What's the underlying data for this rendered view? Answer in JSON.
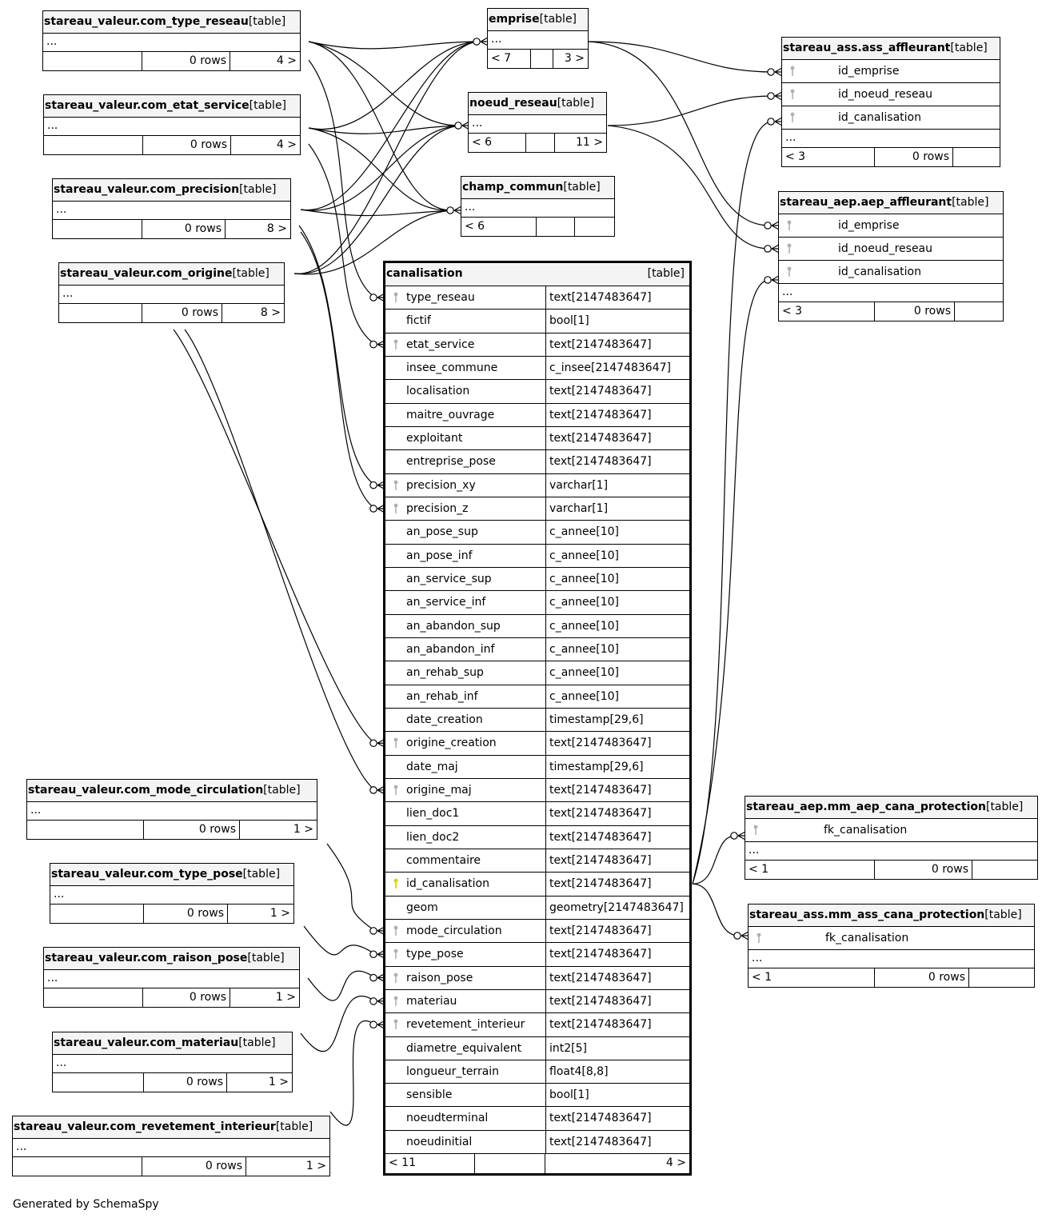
{
  "caption": "Generated by SchemaSpy",
  "table_label": "[table]",
  "main": {
    "name": "canalisation",
    "columns": [
      {
        "name": "type_reseau",
        "type": "text[2147483647]",
        "key": "fk"
      },
      {
        "name": "fictif",
        "type": "bool[1]",
        "key": ""
      },
      {
        "name": "etat_service",
        "type": "text[2147483647]",
        "key": "fk"
      },
      {
        "name": "insee_commune",
        "type": "c_insee[2147483647]",
        "key": ""
      },
      {
        "name": "localisation",
        "type": "text[2147483647]",
        "key": ""
      },
      {
        "name": "maitre_ouvrage",
        "type": "text[2147483647]",
        "key": ""
      },
      {
        "name": "exploitant",
        "type": "text[2147483647]",
        "key": ""
      },
      {
        "name": "entreprise_pose",
        "type": "text[2147483647]",
        "key": ""
      },
      {
        "name": "precision_xy",
        "type": "varchar[1]",
        "key": "fk"
      },
      {
        "name": "precision_z",
        "type": "varchar[1]",
        "key": "fk"
      },
      {
        "name": "an_pose_sup",
        "type": "c_annee[10]",
        "key": ""
      },
      {
        "name": "an_pose_inf",
        "type": "c_annee[10]",
        "key": ""
      },
      {
        "name": "an_service_sup",
        "type": "c_annee[10]",
        "key": ""
      },
      {
        "name": "an_service_inf",
        "type": "c_annee[10]",
        "key": ""
      },
      {
        "name": "an_abandon_sup",
        "type": "c_annee[10]",
        "key": ""
      },
      {
        "name": "an_abandon_inf",
        "type": "c_annee[10]",
        "key": ""
      },
      {
        "name": "an_rehab_sup",
        "type": "c_annee[10]",
        "key": ""
      },
      {
        "name": "an_rehab_inf",
        "type": "c_annee[10]",
        "key": ""
      },
      {
        "name": "date_creation",
        "type": "timestamp[29,6]",
        "key": ""
      },
      {
        "name": "origine_creation",
        "type": "text[2147483647]",
        "key": "fk"
      },
      {
        "name": "date_maj",
        "type": "timestamp[29,6]",
        "key": ""
      },
      {
        "name": "origine_maj",
        "type": "text[2147483647]",
        "key": "fk"
      },
      {
        "name": "lien_doc1",
        "type": "text[2147483647]",
        "key": ""
      },
      {
        "name": "lien_doc2",
        "type": "text[2147483647]",
        "key": ""
      },
      {
        "name": "commentaire",
        "type": "text[2147483647]",
        "key": ""
      },
      {
        "name": "id_canalisation",
        "type": "text[2147483647]",
        "key": "pk"
      },
      {
        "name": "geom",
        "type": "geometry[2147483647]",
        "key": ""
      },
      {
        "name": "mode_circulation",
        "type": "text[2147483647]",
        "key": "fk"
      },
      {
        "name": "type_pose",
        "type": "text[2147483647]",
        "key": "fk"
      },
      {
        "name": "raison_pose",
        "type": "text[2147483647]",
        "key": "fk"
      },
      {
        "name": "materiau",
        "type": "text[2147483647]",
        "key": "fk"
      },
      {
        "name": "revetement_interieur",
        "type": "text[2147483647]",
        "key": "fk"
      },
      {
        "name": "diametre_equivalent",
        "type": "int2[5]",
        "key": ""
      },
      {
        "name": "longueur_terrain",
        "type": "float4[8,8]",
        "key": ""
      },
      {
        "name": "sensible",
        "type": "bool[1]",
        "key": ""
      },
      {
        "name": "noeudterminal",
        "type": "text[2147483647]",
        "key": ""
      },
      {
        "name": "noeudinitial",
        "type": "text[2147483647]",
        "key": ""
      }
    ],
    "footer": {
      "parents": "< 11",
      "rows": "",
      "children": "4 >"
    }
  },
  "tables": [
    {
      "id": "t_type_reseau",
      "name": "stareau_valeur.com_type_reseau",
      "dots": "...",
      "parents": "",
      "rows": "0 rows",
      "children": "4 >"
    },
    {
      "id": "t_etat_service",
      "name": "stareau_valeur.com_etat_service",
      "dots": "...",
      "parents": "",
      "rows": "0 rows",
      "children": "4 >"
    },
    {
      "id": "t_precision",
      "name": "stareau_valeur.com_precision",
      "dots": "...",
      "parents": "",
      "rows": "0 rows",
      "children": "8 >"
    },
    {
      "id": "t_origine",
      "name": "stareau_valeur.com_origine",
      "dots": "...",
      "parents": "",
      "rows": "0 rows",
      "children": "8 >"
    },
    {
      "id": "t_emprise",
      "name": "emprise",
      "dots": "...",
      "parents": "< 7",
      "rows": "",
      "children": "3 >"
    },
    {
      "id": "t_noeud",
      "name": "noeud_reseau",
      "dots": "...",
      "parents": "< 6",
      "rows": "",
      "children": "11 >"
    },
    {
      "id": "t_champ",
      "name": "champ_commun",
      "dots": "...",
      "parents": "< 6",
      "rows": "",
      "children": ""
    },
    {
      "id": "t_mode",
      "name": "stareau_valeur.com_mode_circulation",
      "dots": "...",
      "parents": "",
      "rows": "0 rows",
      "children": "1 >"
    },
    {
      "id": "t_type_pose",
      "name": "stareau_valeur.com_type_pose",
      "dots": "...",
      "parents": "",
      "rows": "0 rows",
      "children": "1 >"
    },
    {
      "id": "t_raison",
      "name": "stareau_valeur.com_raison_pose",
      "dots": "...",
      "parents": "",
      "rows": "0 rows",
      "children": "1 >"
    },
    {
      "id": "t_materiau",
      "name": "stareau_valeur.com_materiau",
      "dots": "...",
      "parents": "",
      "rows": "0 rows",
      "children": "1 >"
    },
    {
      "id": "t_revet",
      "name": "stareau_valeur.com_revetement_interieur",
      "dots": "...",
      "parents": "",
      "rows": "0 rows",
      "children": "1 >"
    }
  ],
  "fk_tables": [
    {
      "id": "t_ass_affl",
      "name": "stareau_ass.ass_affleurant",
      "fields": [
        "id_emprise",
        "id_noeud_reseau",
        "id_canalisation"
      ],
      "dots": "...",
      "parents": "< 3",
      "rows": "0 rows",
      "children": ""
    },
    {
      "id": "t_aep_affl",
      "name": "stareau_aep.aep_affleurant",
      "fields": [
        "id_emprise",
        "id_noeud_reseau",
        "id_canalisation"
      ],
      "dots": "...",
      "parents": "< 3",
      "rows": "0 rows",
      "children": ""
    },
    {
      "id": "t_aep_mm",
      "name": "stareau_aep.mm_aep_cana_protection",
      "fields": [
        "fk_canalisation"
      ],
      "dots": "...",
      "parents": "< 1",
      "rows": "0 rows",
      "children": ""
    },
    {
      "id": "t_ass_mm",
      "name": "stareau_ass.mm_ass_cana_protection",
      "fields": [
        "fk_canalisation"
      ],
      "dots": "...",
      "parents": "< 1",
      "rows": "0 rows",
      "children": ""
    }
  ]
}
